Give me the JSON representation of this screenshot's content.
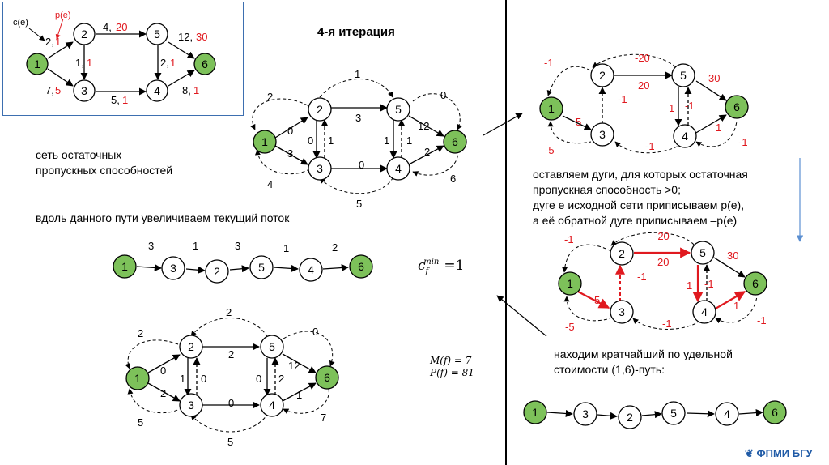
{
  "title": "4-я итерация",
  "labels": {
    "residual_network": [
      "сеть остаточных",
      "пропускных способностей"
    ],
    "augment_text": "вдоль данного пути увеличиваем текущий поток",
    "right_note": [
      "оставляем дуги, для которых остаточная",
      "пропускная способность >0;",
      "дуге е исходной сети приписываем p(e),",
      "а её обратной дуге приписываем –p(e)"
    ],
    "shortest_path_note": [
      "находим кратчайший по удельной",
      "стоимости (1,6)-путь:"
    ],
    "legend_c": "c(e)",
    "legend_p": "p(e)"
  },
  "formula": {
    "cf_min": "c",
    "cf_sub": "f",
    "cf_sup": "min",
    "cf_value": "=1",
    "M": "M(f) = 7",
    "P": "P(f) = 81"
  },
  "logo_text": "ФПМИ БГУ",
  "colors": {
    "node_green": "#7dc15a",
    "red": "#e0191f",
    "blue_frame": "#3d6fb0"
  },
  "graph_original": {
    "nodes": [
      "1",
      "2",
      "3",
      "4",
      "5",
      "6"
    ],
    "edges": [
      {
        "from": "1",
        "to": "2",
        "c": "2,",
        "p": "1"
      },
      {
        "from": "1",
        "to": "3",
        "c": "7,",
        "p": "5"
      },
      {
        "from": "2",
        "to": "5",
        "c": "4,",
        "p": "20"
      },
      {
        "from": "2",
        "to": "3",
        "c": "1,",
        "p": "1"
      },
      {
        "from": "3",
        "to": "4",
        "c": "5,",
        "p": "1"
      },
      {
        "from": "5",
        "to": "4",
        "c": "2,",
        "p": "1"
      },
      {
        "from": "5",
        "to": "6",
        "c": "12,",
        "p": "30"
      },
      {
        "from": "4",
        "to": "6",
        "c": "8,",
        "p": "1"
      }
    ]
  },
  "residual_graph": {
    "nodes": [
      "1",
      "2",
      "3",
      "4",
      "5",
      "6"
    ],
    "edge_labels": [
      "1",
      "2",
      "0",
      "3",
      "3",
      "0",
      "1",
      "0",
      "1",
      "1",
      "12",
      "0",
      "2",
      "4",
      "5",
      "6"
    ]
  },
  "augment_path": {
    "nodes": [
      "1",
      "3",
      "2",
      "5",
      "4",
      "6"
    ],
    "edge_labels": [
      "3",
      "1",
      "3",
      "1",
      "2"
    ]
  },
  "updated_graph": {
    "nodes": [
      "1",
      "2",
      "3",
      "4",
      "5",
      "6"
    ],
    "edge_labels": [
      "2",
      "2",
      "0",
      "2",
      "2",
      "1",
      "0",
      "0",
      "0",
      "2",
      "12",
      "0",
      "1",
      "5",
      "5",
      "7"
    ]
  },
  "cost_graph_1": {
    "nodes": [
      "1",
      "2",
      "3",
      "4",
      "5",
      "6"
    ],
    "edge_labels": [
      "-1",
      "-20",
      "20",
      "30",
      "5",
      "-1",
      "1",
      "-1",
      "1",
      "-5",
      "-1",
      "-1"
    ]
  },
  "cost_graph_2": {
    "nodes": [
      "1",
      "2",
      "3",
      "4",
      "5",
      "6"
    ],
    "edge_labels": [
      "-1",
      "-20",
      "20",
      "30",
      "5",
      "-1",
      "1",
      "-1",
      "1",
      "-5",
      "-1",
      "-1"
    ]
  },
  "shortest_path": {
    "nodes": [
      "1",
      "3",
      "2",
      "5",
      "4",
      "6"
    ]
  }
}
